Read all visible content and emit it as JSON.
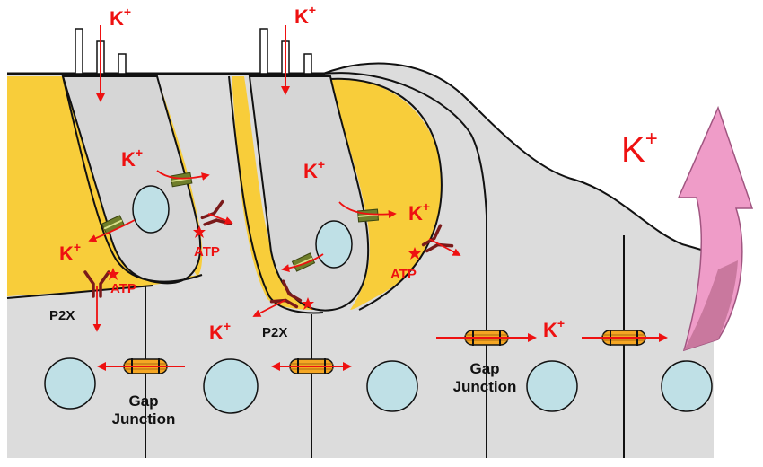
{
  "labels": {
    "k_plus": "K",
    "plus_sign": "+",
    "atp": "ATP",
    "p2x": "P2X",
    "gap_junction_line1": "Gap",
    "gap_junction_line2": "Junction"
  },
  "colors": {
    "support_cell_gray": "#dcdcdc",
    "hair_cell_gray": "#d6d6d6",
    "yellow_region": "#f8cd3a",
    "nucleus": "#bfe0e6",
    "potassium_red": "#ee1111",
    "receptor_dark_red": "#7a1a1a",
    "channel_green": "#6f7e2a",
    "gap_junction_orange": "#f5a623",
    "outflow_arrow_pink": "#ef9cc8",
    "outline": "#111111"
  },
  "icons": {
    "receptor": "p2x-receptor-icon",
    "atp_molecule": "atp-burst-icon",
    "channel": "k-channel-icon",
    "gap_junction": "gap-junction-icon",
    "outflow": "curved-outflow-arrow-icon"
  }
}
